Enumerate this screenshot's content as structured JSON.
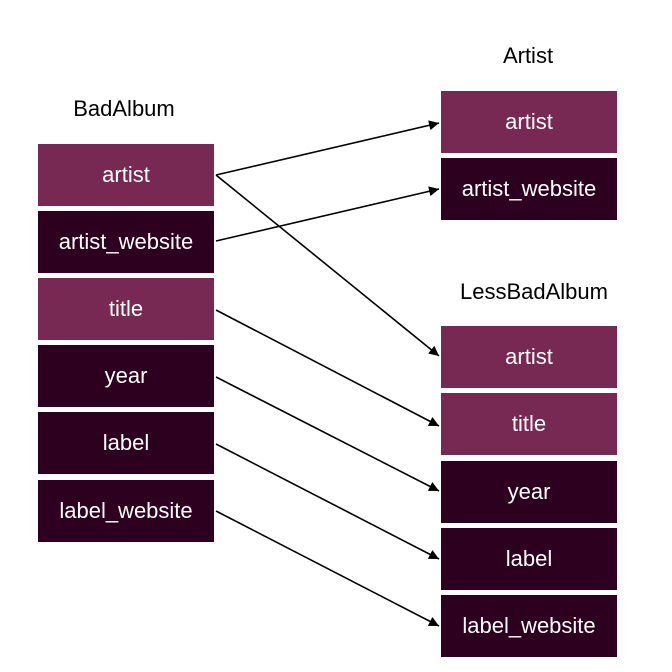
{
  "tables": {
    "bad_album": {
      "title": "BadAlbum",
      "fields": [
        {
          "label": "artist",
          "style": "light"
        },
        {
          "label": "artist_website",
          "style": "dark"
        },
        {
          "label": "title",
          "style": "light"
        },
        {
          "label": "year",
          "style": "dark"
        },
        {
          "label": "label",
          "style": "dark"
        },
        {
          "label": "label_website",
          "style": "dark"
        }
      ]
    },
    "artist": {
      "title": "Artist",
      "fields": [
        {
          "label": "artist",
          "style": "light"
        },
        {
          "label": "artist_website",
          "style": "dark"
        }
      ]
    },
    "less_bad_album": {
      "title": "LessBadAlbum",
      "fields": [
        {
          "label": "artist",
          "style": "light"
        },
        {
          "label": "title",
          "style": "light"
        },
        {
          "label": "year",
          "style": "dark"
        },
        {
          "label": "label",
          "style": "dark"
        },
        {
          "label": "label_website",
          "style": "dark"
        }
      ]
    }
  },
  "colors": {
    "key_field": "#772953",
    "field": "#2c001e",
    "arrow": "#000000"
  },
  "mappings": [
    {
      "from": "bad_album.artist",
      "to": "artist.artist"
    },
    {
      "from": "bad_album.artist",
      "to": "less_bad_album.artist"
    },
    {
      "from": "bad_album.artist_website",
      "to": "artist.artist_website"
    },
    {
      "from": "bad_album.title",
      "to": "less_bad_album.title"
    },
    {
      "from": "bad_album.year",
      "to": "less_bad_album.year"
    },
    {
      "from": "bad_album.label",
      "to": "less_bad_album.label"
    },
    {
      "from": "bad_album.label_website",
      "to": "less_bad_album.label_website"
    }
  ]
}
